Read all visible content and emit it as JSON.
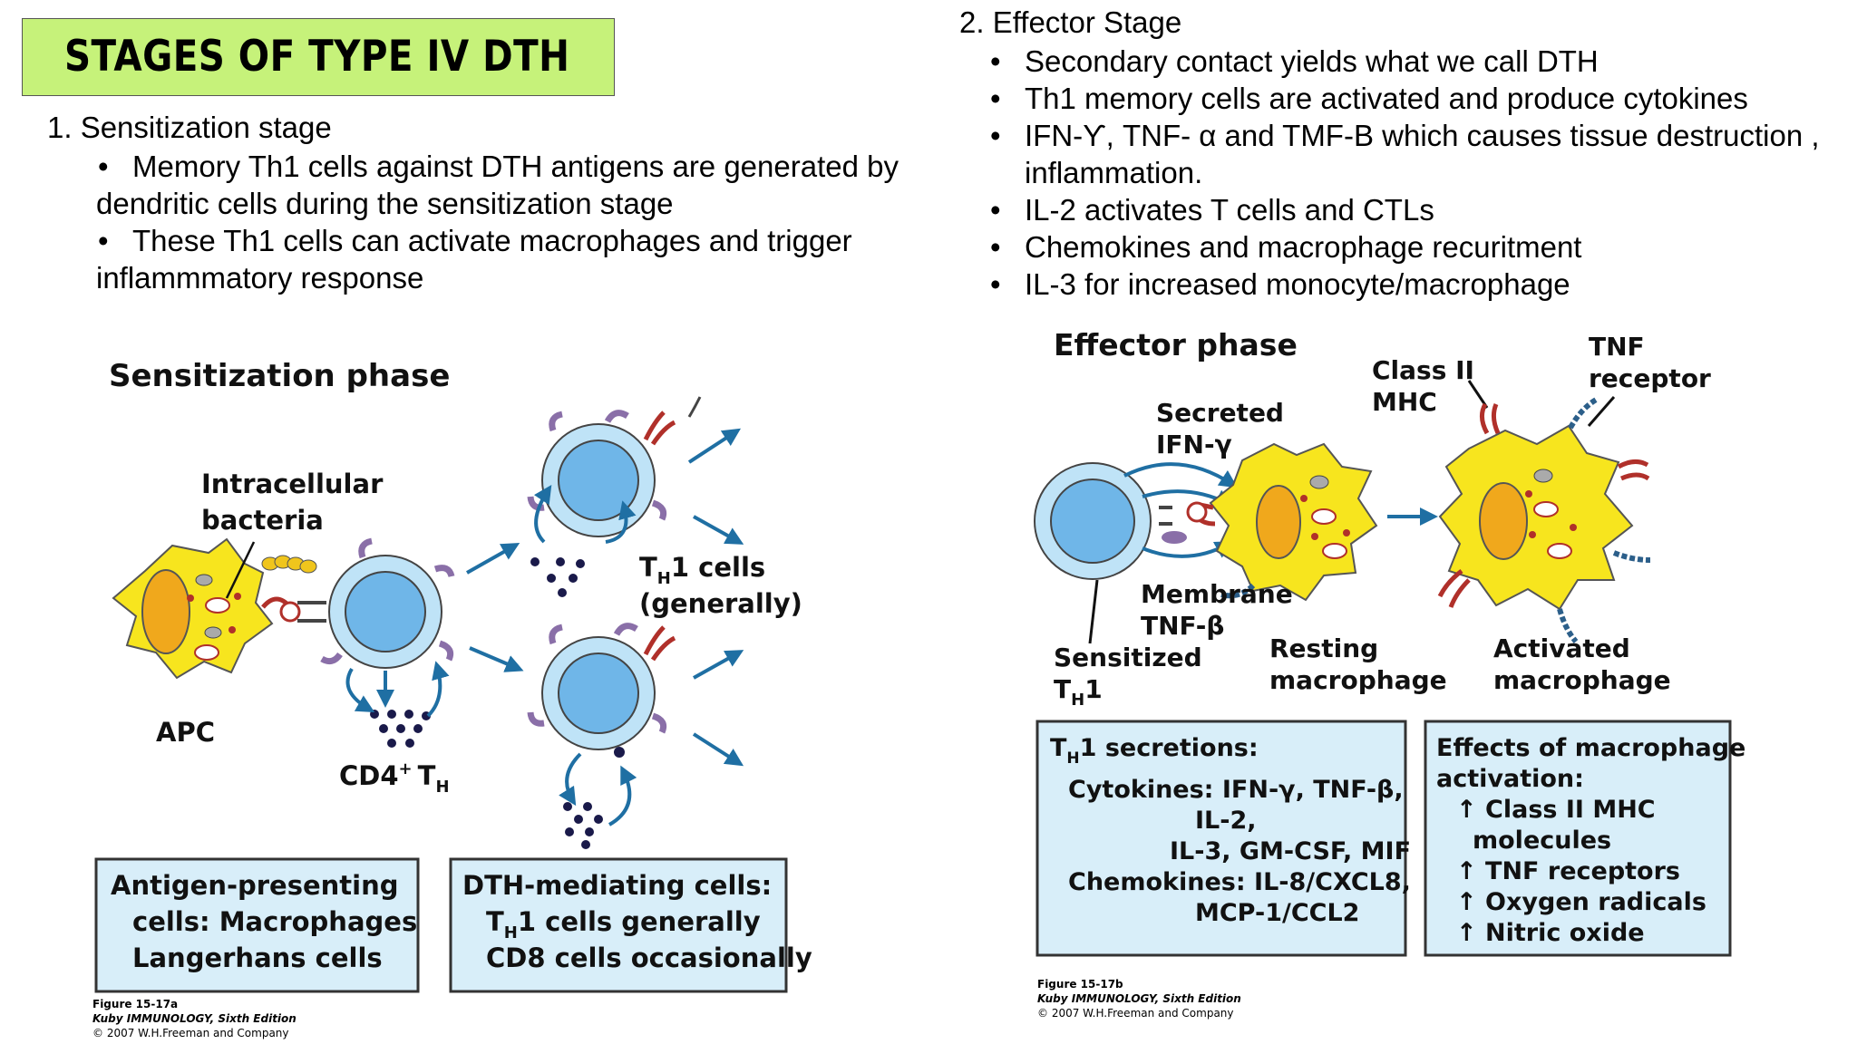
{
  "title": "STAGES OF TYPE IV DTH",
  "sensitization": {
    "heading": "1. Sensitization stage",
    "bullets": [
      "Memory Th1 cells against DTH antigens are generated by",
      "dendritic cells during the sensitization stage",
      "These Th1 cells can activate macrophages and trigger",
      "inflammmatory response"
    ]
  },
  "effector": {
    "heading": "2. Effector Stage",
    "bullets": [
      "Secondary contact yields what we call DTH",
      "Th1 memory cells are activated and produce cytokines",
      "IFN-ϒ, TNF- α  and TMF-B which causes tissue destruction ,",
      "inflammation.",
      "IL-2 activates T cells and CTLs",
      "Chemokines and macrophage recuritment",
      "IL-3 for increased monocyte/macrophage"
    ]
  },
  "fig_a": {
    "title": "Sensitization phase",
    "bacteria_1": "Intracellular",
    "bacteria_2": "bacteria",
    "apc": "APC",
    "cd4": "CD4",
    "cd4_sup": "+",
    "th_sub": "H",
    "th1_cells": "1 cells",
    "th1_generally": "(generally)",
    "box1_title": "Antigen-presenting",
    "box1_l2": "cells: Macrophages",
    "box1_l3": "Langerhans cells",
    "box2_title": "DTH-mediating cells:",
    "box2_l2": "1 cells generally",
    "box2_l3": "CD8 cells occasionally",
    "caption1": "Figure 15-17a",
    "caption2": "Kuby IMMUNOLOGY, Sixth Edition",
    "caption3": "© 2007 W.H.Freeman and Company"
  },
  "fig_b": {
    "title": "Effector phase",
    "secreted_1": "Secreted",
    "secreted_2": "IFN-γ",
    "class2_1": "Class II",
    "class2_2": "MHC",
    "tnf_1": "TNF",
    "tnf_2": "receptor",
    "membrane_1": "Membrane",
    "membrane_2": "TNF-β",
    "sensitized": "Sensitized",
    "th1_suffix": "1",
    "resting_1": "Resting",
    "resting_2": "macrophage",
    "activated_1": "Activated",
    "activated_2": "macrophage",
    "box1_title_suffix": "1 secretions:",
    "box1_l1": "Cytokines: IFN-γ, TNF-β,",
    "box1_l2": "IL-2,",
    "box1_l3": "IL-3, GM-CSF, MIF",
    "box1_l4": "Chemokines: IL-8/CXCL8,",
    "box1_l5": "MCP-1/CCL2",
    "box2_title1": "Effects of macrophage",
    "box2_title2": "activation:",
    "box2_l1": "↑ Class II MHC",
    "box2_l2": "molecules",
    "box2_l3": "↑ TNF receptors",
    "box2_l4": "↑ Oxygen radicals",
    "box2_l5": "↑  Nitric oxide",
    "caption1": "Figure 15-17b",
    "caption2": "Kuby IMMUNOLOGY, Sixth Edition",
    "caption3": "© 2007 W.H.Freeman and Company"
  },
  "colors": {
    "title_bg": "#c6f27a",
    "cell_yellow": "#f7e51e",
    "nucleus_orange": "#f0a81c",
    "tcell_outer": "#bfe3f7",
    "tcell_inner": "#6fb6e8",
    "arrow_blue": "#1f6fa3",
    "box_fill": "#d8eef9",
    "receptor_purple": "#8a6fa8",
    "tnf_blue": "#2c5f8a",
    "mhc_red": "#b0302a"
  }
}
